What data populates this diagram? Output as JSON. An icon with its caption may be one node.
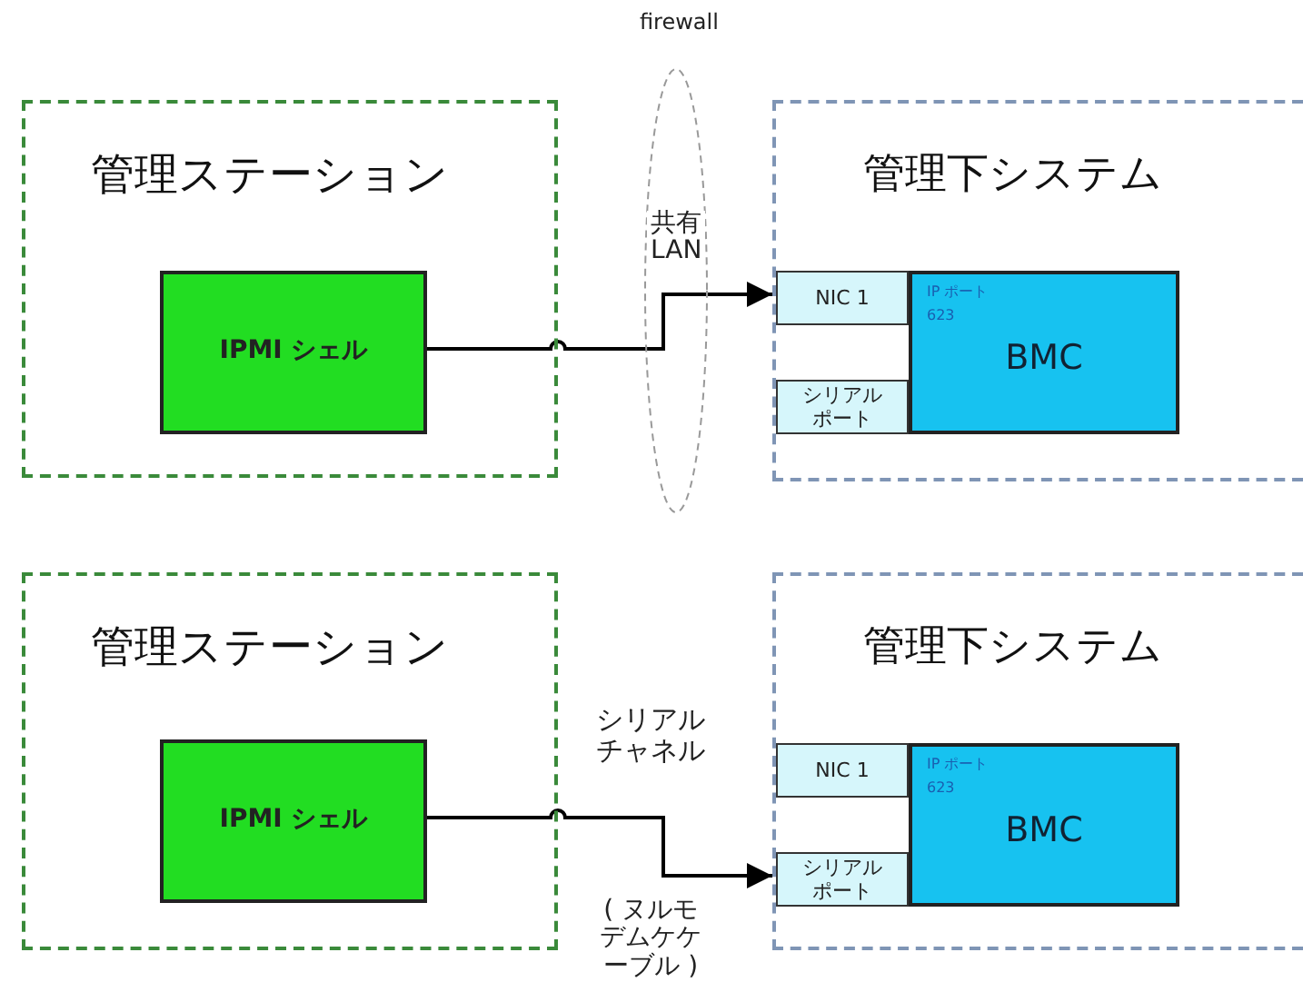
{
  "diagram": {
    "nodes": [
      {
        "text": [
          "管理ステーション"
        ]
      },
      {
        "text": [
          "IPMI シェル"
        ],
        "in": 0
      },
      {
        "text": [
          "管理下システム"
        ]
      },
      {
        "text": [
          "NIC 1"
        ],
        "in": 2
      },
      {
        "text": [
          "シリアルポート"
        ],
        "in": 2
      },
      {
        "text": [
          "IP ポート 623",
          "BMC"
        ],
        "in": 2
      },
      {
        "text": [
          "管理ステーション"
        ]
      },
      {
        "text": [
          "IPMI シェル"
        ],
        "in": 6
      },
      {
        "text": [
          "管理下システム"
        ]
      },
      {
        "text": [
          "NIC 1"
        ],
        "in": 8
      },
      {
        "text": [
          "シリアルポート"
        ],
        "in": 8
      },
      {
        "text": [
          "IP ポート 623",
          "BMC"
        ],
        "in": 8
      }
    ],
    "edges": [
      {
        "from": 1,
        "to": 3,
        "arrow": "to"
      },
      {
        "from": 7,
        "to": 10,
        "arrow": "to",
        "label": "シリアルチャネル"
      }
    ],
    "labels": [
      "firewall",
      "共有LAN",
      "( ヌルモデムケケーブル )"
    ]
  }
}
